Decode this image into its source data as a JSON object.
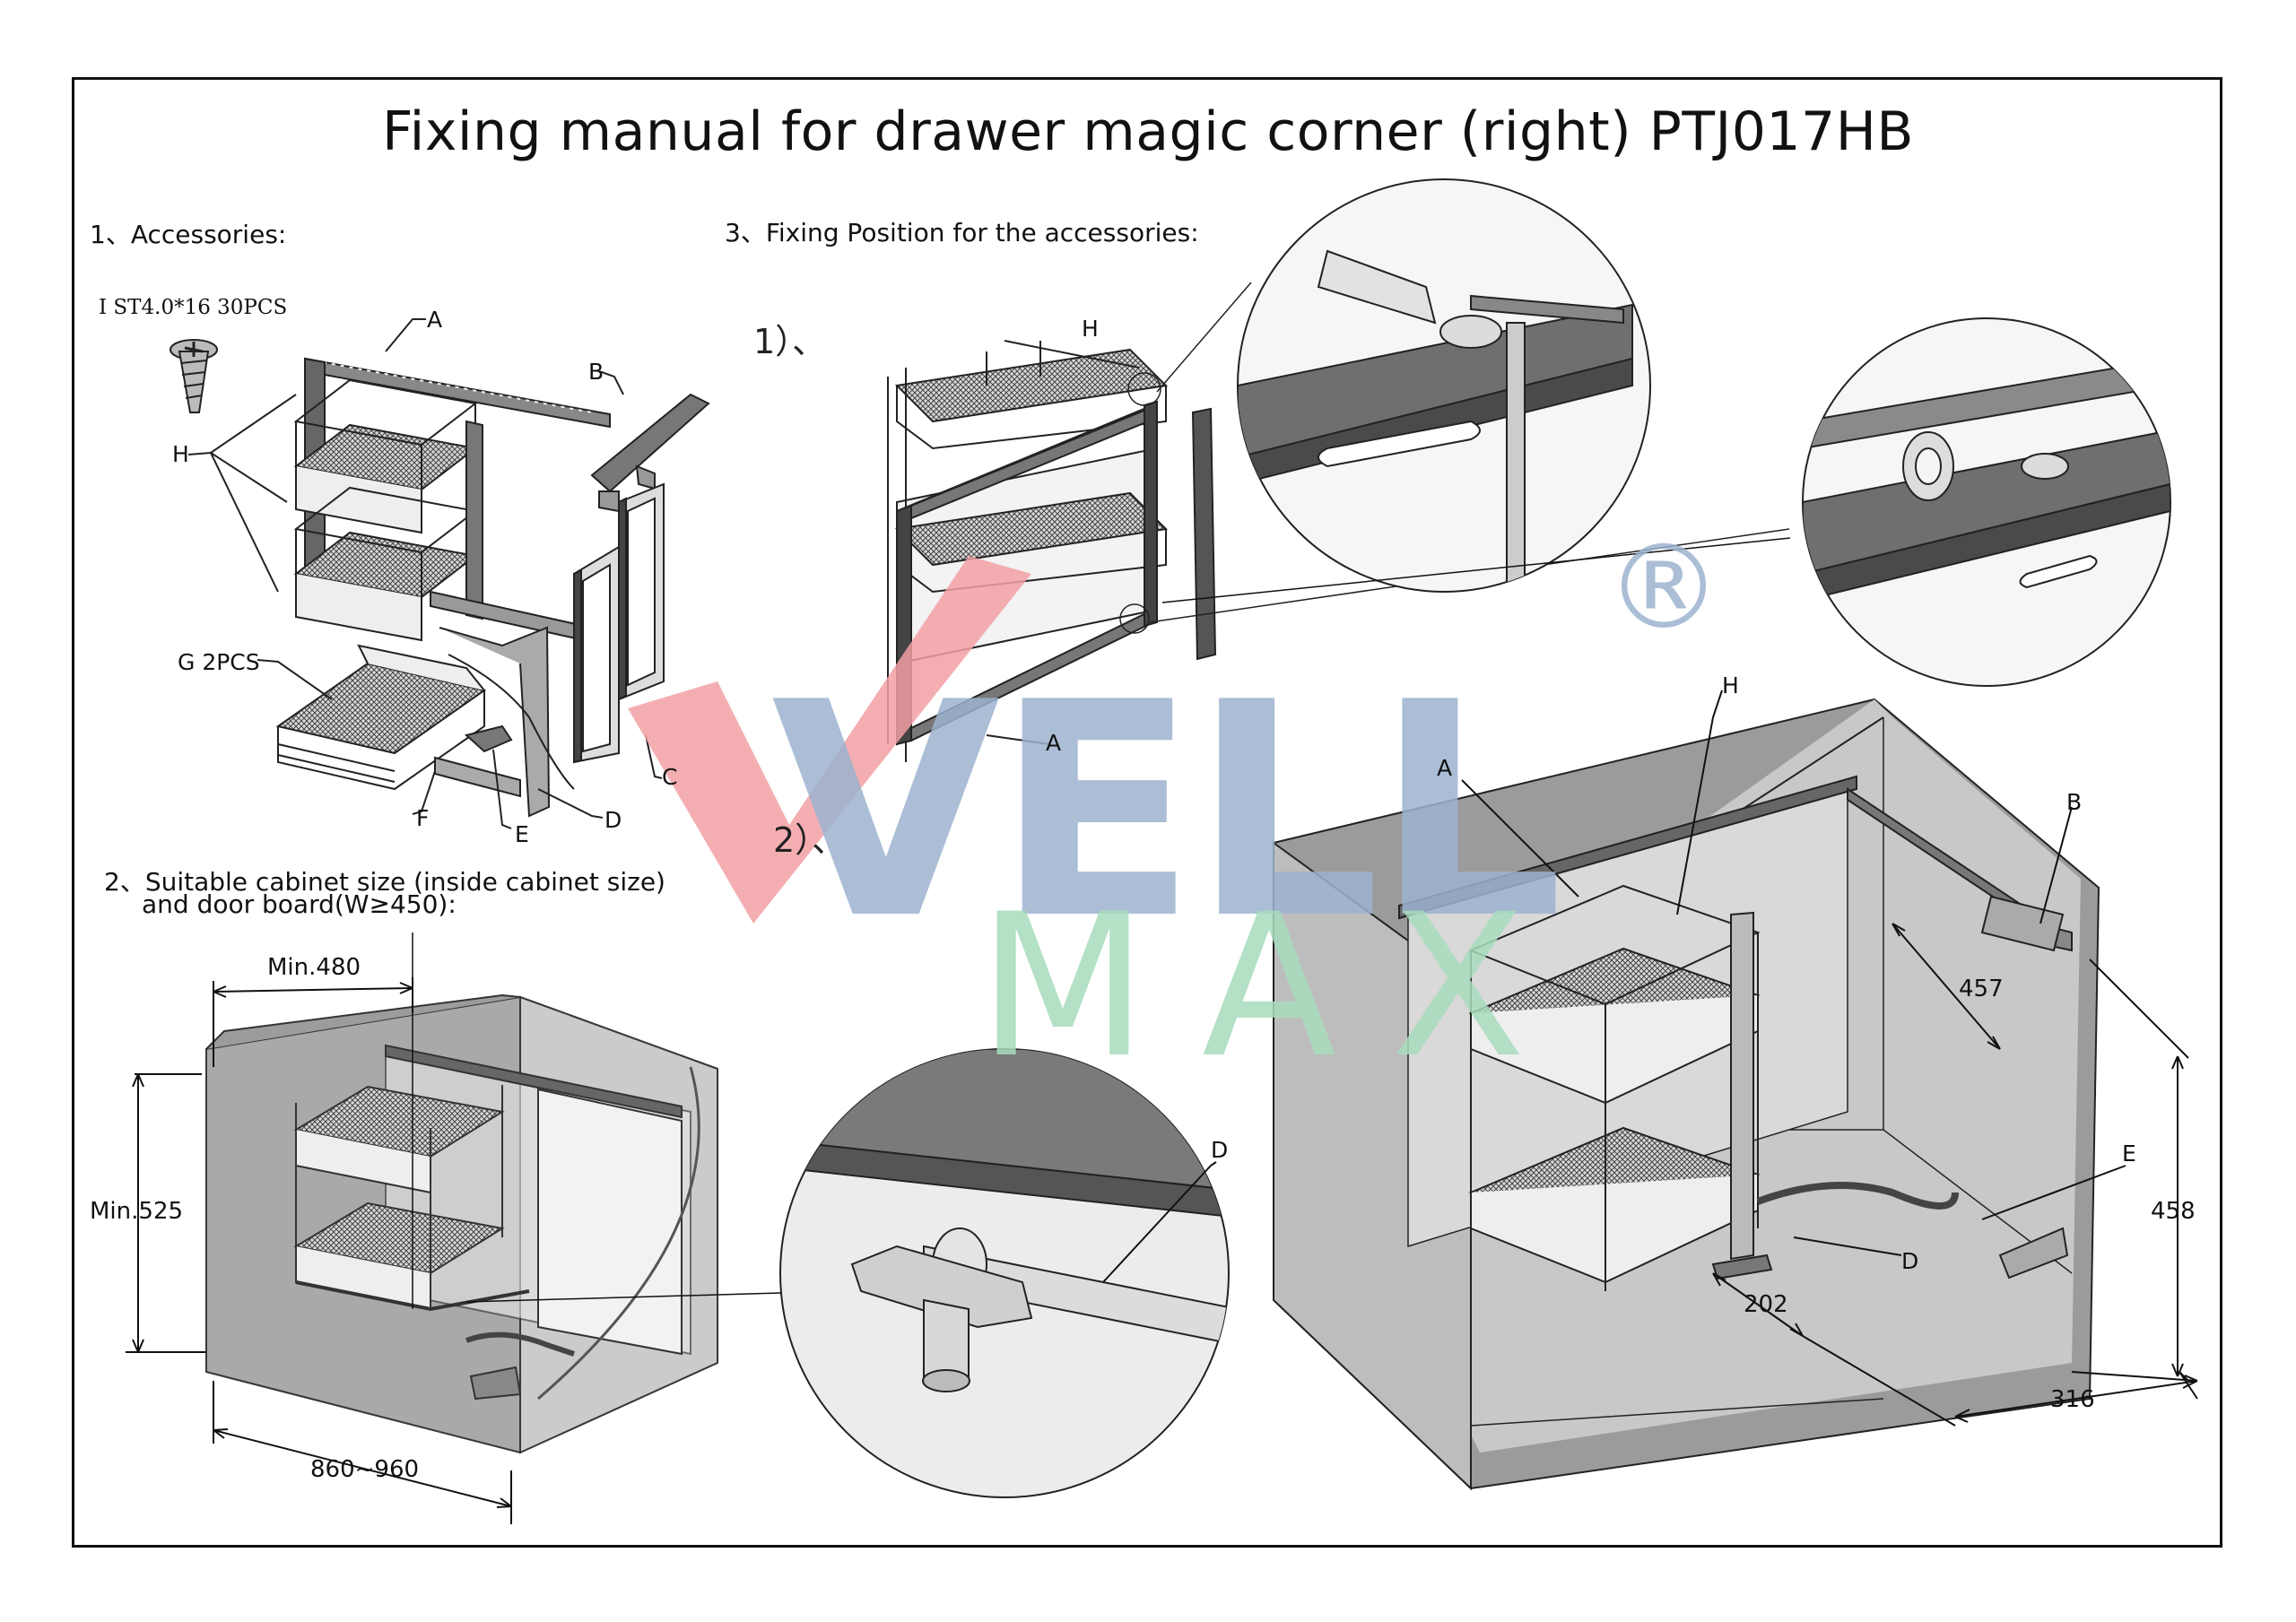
{
  "title": "Fixing manual for drawer magic corner (right) PTJ017HB",
  "sections": {
    "accessories": "1、Accessories:",
    "cabinet_size_line1": "2、Suitable cabinet size (inside cabinet size)",
    "cabinet_size_line2": "and door board(W≥450):",
    "fixing_position": "3、Fixing Position for the accessories:"
  },
  "steps": {
    "step1": "1）、",
    "step2": "2）、"
  },
  "accessory_note": "I ST4.0*16    30PCS",
  "part_labels": {
    "a": "A",
    "b": "B",
    "c": "C",
    "d": "D",
    "e": "E",
    "f": "F",
    "h": "H",
    "g": "G 2PCS"
  },
  "dimensions": {
    "min_width": "Min.480",
    "min_height": "Min.525",
    "cabinet_width": "860~960",
    "d457": "457",
    "d458": "458",
    "d202": "202",
    "d316": "316"
  },
  "watermark": {
    "line1": "VELL",
    "line2": "MAX",
    "registered": "®"
  },
  "colors": {
    "watermark_red": "#f2a0a5",
    "watermark_blue": "#9db3d0",
    "watermark_green": "#a8dcbd",
    "cabinet_gray": "#9a9a9a",
    "line": "#111111"
  }
}
